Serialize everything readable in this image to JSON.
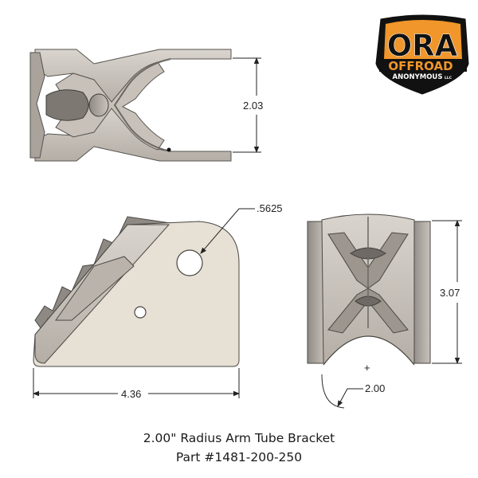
{
  "logo": {
    "mark": "ORA",
    "name": "OFFROAD",
    "sub": "ANONYMOUS",
    "suffix": "LLC",
    "colors": {
      "accent": "#f0962a",
      "dark": "#111111"
    }
  },
  "dimensions": {
    "top_view_width": "2.03",
    "hole_diameter": ".5625",
    "side_view_length": "4.36",
    "end_view_height": "3.07",
    "tube_radius": "2.00",
    "center_mark": "+"
  },
  "caption": {
    "title": "2.00\" Radius Arm Tube Bracket",
    "part_number": "Part #1481-200-250"
  }
}
